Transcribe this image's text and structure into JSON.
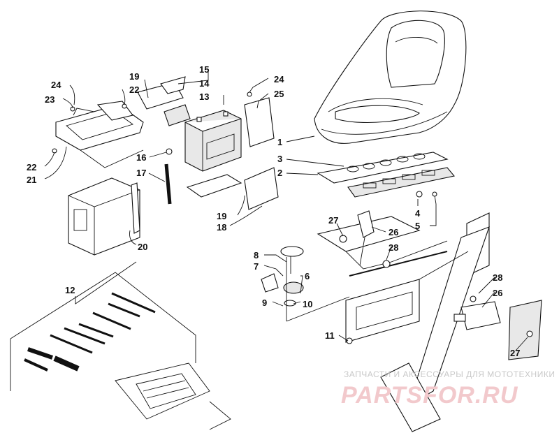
{
  "callouts": {
    "c1": "1",
    "c2": "2",
    "c3": "3",
    "c4": "4",
    "c5": "5",
    "c6": "6",
    "c7": "7",
    "c8": "8",
    "c9": "9",
    "c10": "10",
    "c11": "11",
    "c12": "12",
    "c13": "13",
    "c14": "14",
    "c15": "15",
    "c16": "16",
    "c17": "17",
    "c18": "18",
    "c19a": "19",
    "c19b": "19",
    "c20": "20",
    "c21": "21",
    "c22a": "22",
    "c22b": "22",
    "c23": "23",
    "c24a": "24",
    "c24b": "24",
    "c25": "25",
    "c26a": "26",
    "c26b": "26",
    "c27a": "27",
    "c27b": "27",
    "c28a": "28",
    "c28b": "28"
  },
  "watermark": {
    "caption": "ЗАПЧАСТИ И АКСЕССУАРЫ ДЛЯ МОТОТЕХНИКИ",
    "logo": "PARTSFOR.RU"
  },
  "colors": {
    "line": "#111111",
    "watermark": "#f2c9cc"
  }
}
